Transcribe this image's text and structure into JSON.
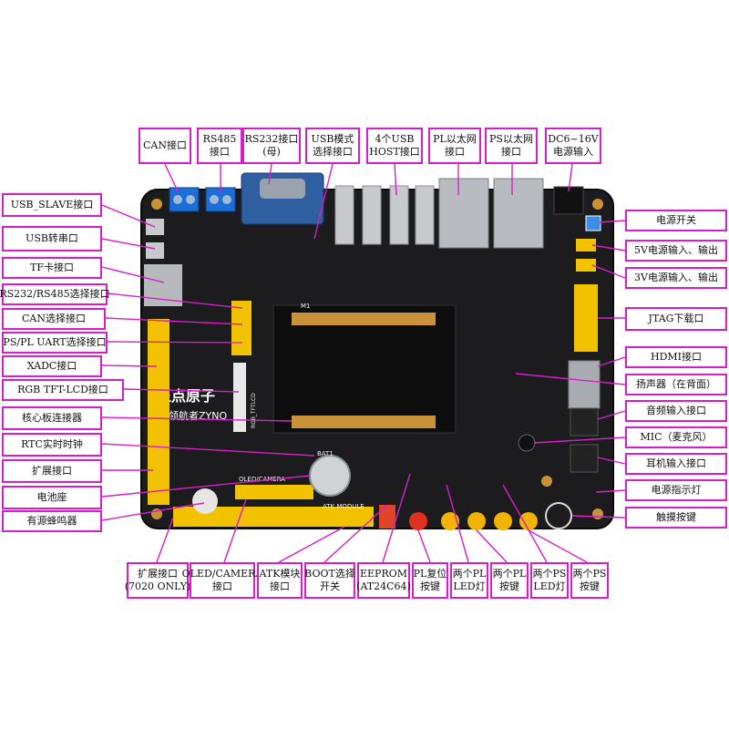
{
  "board": {
    "logo_text": "正点原子",
    "model_text": "领航者ZYNQ",
    "module_label": "ATK MODULE",
    "oled_label": "OLED/CAMERA",
    "rgb_label": "RGB_TFTLCD",
    "bat_label": "BAT1",
    "m1_label": "M1"
  },
  "labels": {
    "can_port": "CAN接口",
    "rs485_port": "RS485\n接口",
    "rs232_port": "RS232接口\n(母)",
    "usb_mode_select": "USB模式\n选择接口",
    "usb_host_4": "4个USB\nHOST接口",
    "pl_ethernet": "PL以太网\n接口",
    "ps_ethernet": "PS以太网\n接口",
    "dc_power_in": "DC6~16V\n电源输入",
    "usb_slave": "USB_SLAVE接口",
    "usb_serial": "USB转串口",
    "tf_card": "TF卡接口",
    "rs232_485_select": "RS232/RS485选择接口",
    "can_select": "CAN选择接口",
    "ps_pl_uart_select": "PS/PL UART选择接口",
    "xadc": "XADC接口",
    "rgb_tft_lcd": "RGB TFT-LCD接口",
    "core_board_connector": "核心板连接器",
    "rtc_clock": "RTC实时时钟",
    "expansion_port": "扩展接口",
    "battery_holder": "电池座",
    "active_buzzer": "有源蜂鸣器",
    "power_switch": "电源开关",
    "power_5v": "5V电源输入、输出",
    "power_3v": "3V电源输入、输出",
    "jtag_download": "JTAG下载口",
    "hdmi": "HDMI接口",
    "speaker": "扬声器（在背面）",
    "audio_in": "音频输入接口",
    "mic": "MIC（麦克风）",
    "headphone": "耳机输入接口",
    "power_indicator": "电源指示灯",
    "touch_key": "触摸按键",
    "expansion_7020": "扩展接口\n(7020 ONLY)",
    "oled_camera_port": "OLED/CAMERA\n接口",
    "atk_module_port": "ATK模块\n接口",
    "boot_select": "BOOT选择\n开关",
    "eeprom": "EEPROM\n(AT24C64)",
    "pl_reset": "PL复位\n按键",
    "pl_led": "两个PL\nLED灯",
    "pl_key": "两个PL\n按键",
    "ps_led": "两个PS\nLED灯",
    "ps_key": "两个PS\n按键"
  },
  "colors": {
    "label_border": "#d61ec8",
    "leader_line": "#d61ec8",
    "pcb": "#1c1c1e",
    "header_yellow": "#f2c200"
  }
}
